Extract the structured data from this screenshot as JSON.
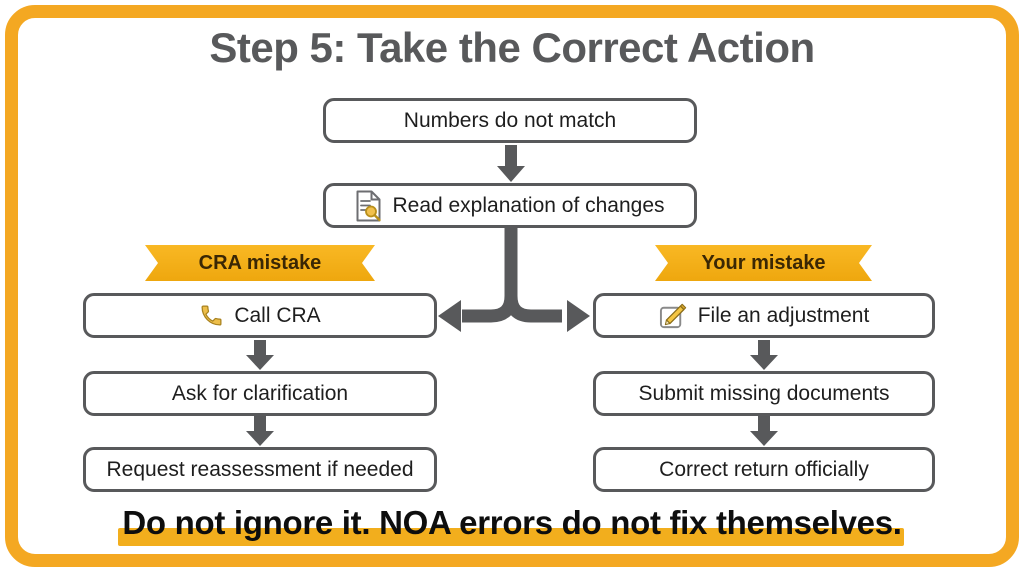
{
  "title": "Step 5: Take the Correct Action",
  "flow": {
    "start": "Numbers do not match",
    "explain": "Read explanation of changes",
    "left": {
      "label": "CRA mistake",
      "steps": [
        "Call CRA",
        "Ask for clarification",
        "Request reassessment if needed"
      ]
    },
    "right": {
      "label": "Your mistake",
      "steps": [
        "File an adjustment",
        "Submit missing documents",
        "Correct return officially"
      ]
    }
  },
  "footer": "Do not ignore it. NOA errors do not fix themselves.",
  "icons": {
    "explain": "document-search-icon",
    "left_first": "phone-icon",
    "right_first": "edit-pencil-icon"
  },
  "colors": {
    "frame": "#F4A822",
    "ribbon": "#F7B11C",
    "outline_gray": "#58595B",
    "highlight": "#F2AE1D",
    "box_text": "#1E1E1E",
    "ribbon_text": "#3A2704",
    "footer_text": "#0E0E0E"
  }
}
